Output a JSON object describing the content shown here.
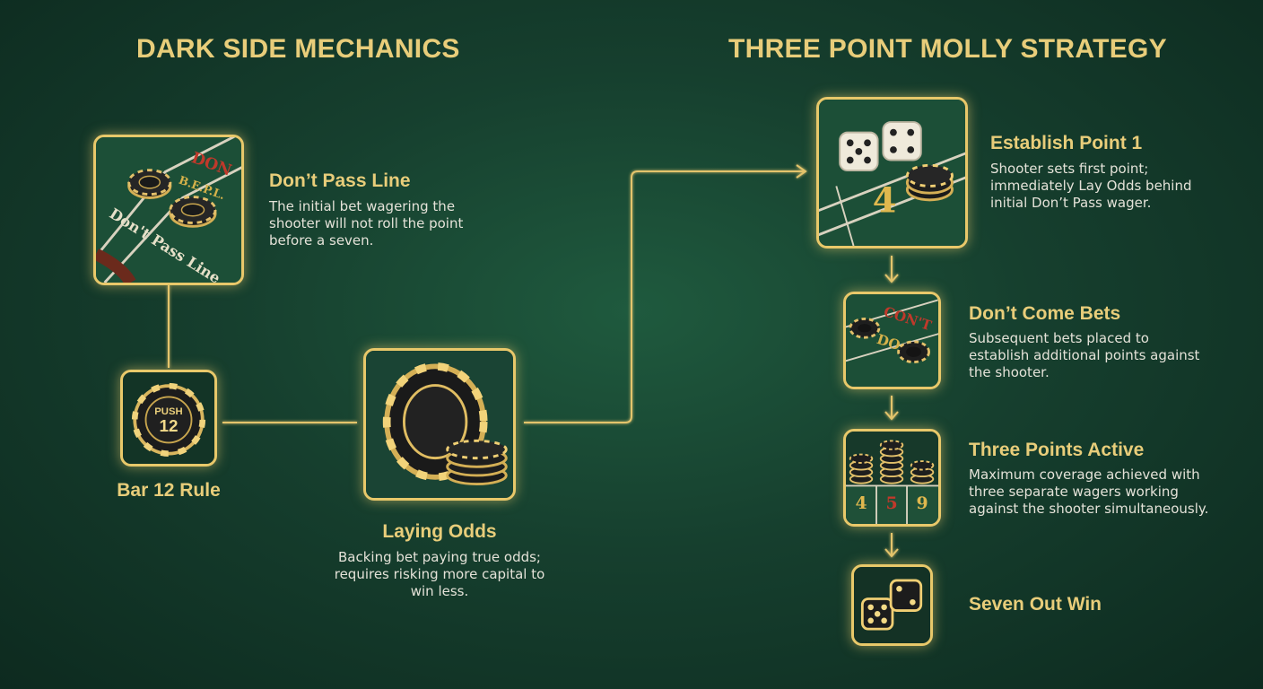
{
  "headings": {
    "left": "DARK SIDE MECHANICS",
    "right": "THREE POINT MOLLY STRATEGY"
  },
  "nodes": {
    "dont_pass_line": {
      "title": "Don’t Pass Line",
      "desc": "The initial bet wagering the shooter will not roll the point before a seven.",
      "tile_text": [
        "Don't Pass Line",
        "DON",
        "B.E.P.L."
      ]
    },
    "bar_12": {
      "title": "Bar 12 Rule",
      "chip_text": [
        "PUSH",
        "12"
      ]
    },
    "laying_odds": {
      "title": "Laying Odds",
      "desc": "Backing bet paying true odds; requires risking more capital to win less."
    },
    "establish_point": {
      "title": "Establish Point 1",
      "desc": "Shooter sets first point; immediately Lay Odds behind initial Don’t Pass wager.",
      "tile_text": [
        "4"
      ]
    },
    "dont_come": {
      "title": "Don’t Come Bets",
      "desc": "Subsequent bets placed to establish additional points against the shooter.",
      "tile_text": [
        "CON'T",
        "DO"
      ]
    },
    "three_points": {
      "title": "Three Points Active",
      "desc": "Maximum coverage achieved with three separate wagers working against the shooter simultaneously.",
      "tile_text": [
        "4",
        "5",
        "9"
      ]
    },
    "seven_out": {
      "title": "Seven Out Win"
    }
  },
  "colors": {
    "accent_gold": "#e8cd7a",
    "felt_green": "#1c4f37",
    "background": "#163f2e",
    "table_red": "#c0392b"
  }
}
